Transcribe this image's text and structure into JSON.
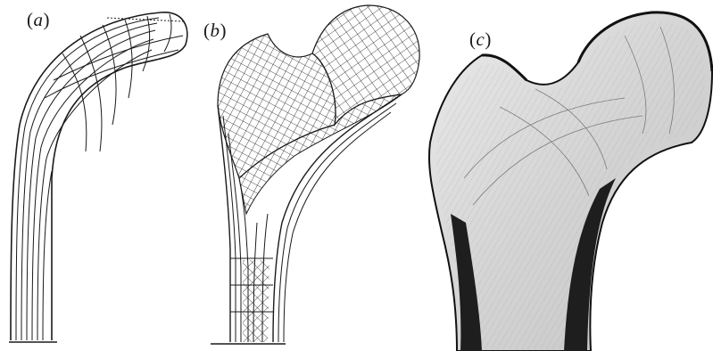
{
  "figure": {
    "panels": [
      {
        "id": "a",
        "label": "a",
        "description_icon": "femur-trajectory-lines"
      },
      {
        "id": "b",
        "label": "b",
        "description_icon": "femur-stress-trajectory-grid"
      },
      {
        "id": "c",
        "label": "c",
        "description_icon": "femur-trabecular-section-photo"
      }
    ],
    "colors": {
      "ink": "#1a1a1a",
      "bone_cortex": "#1e1e1e",
      "bone_trabecular": "#d8d8d8",
      "background": "#ffffff"
    }
  }
}
